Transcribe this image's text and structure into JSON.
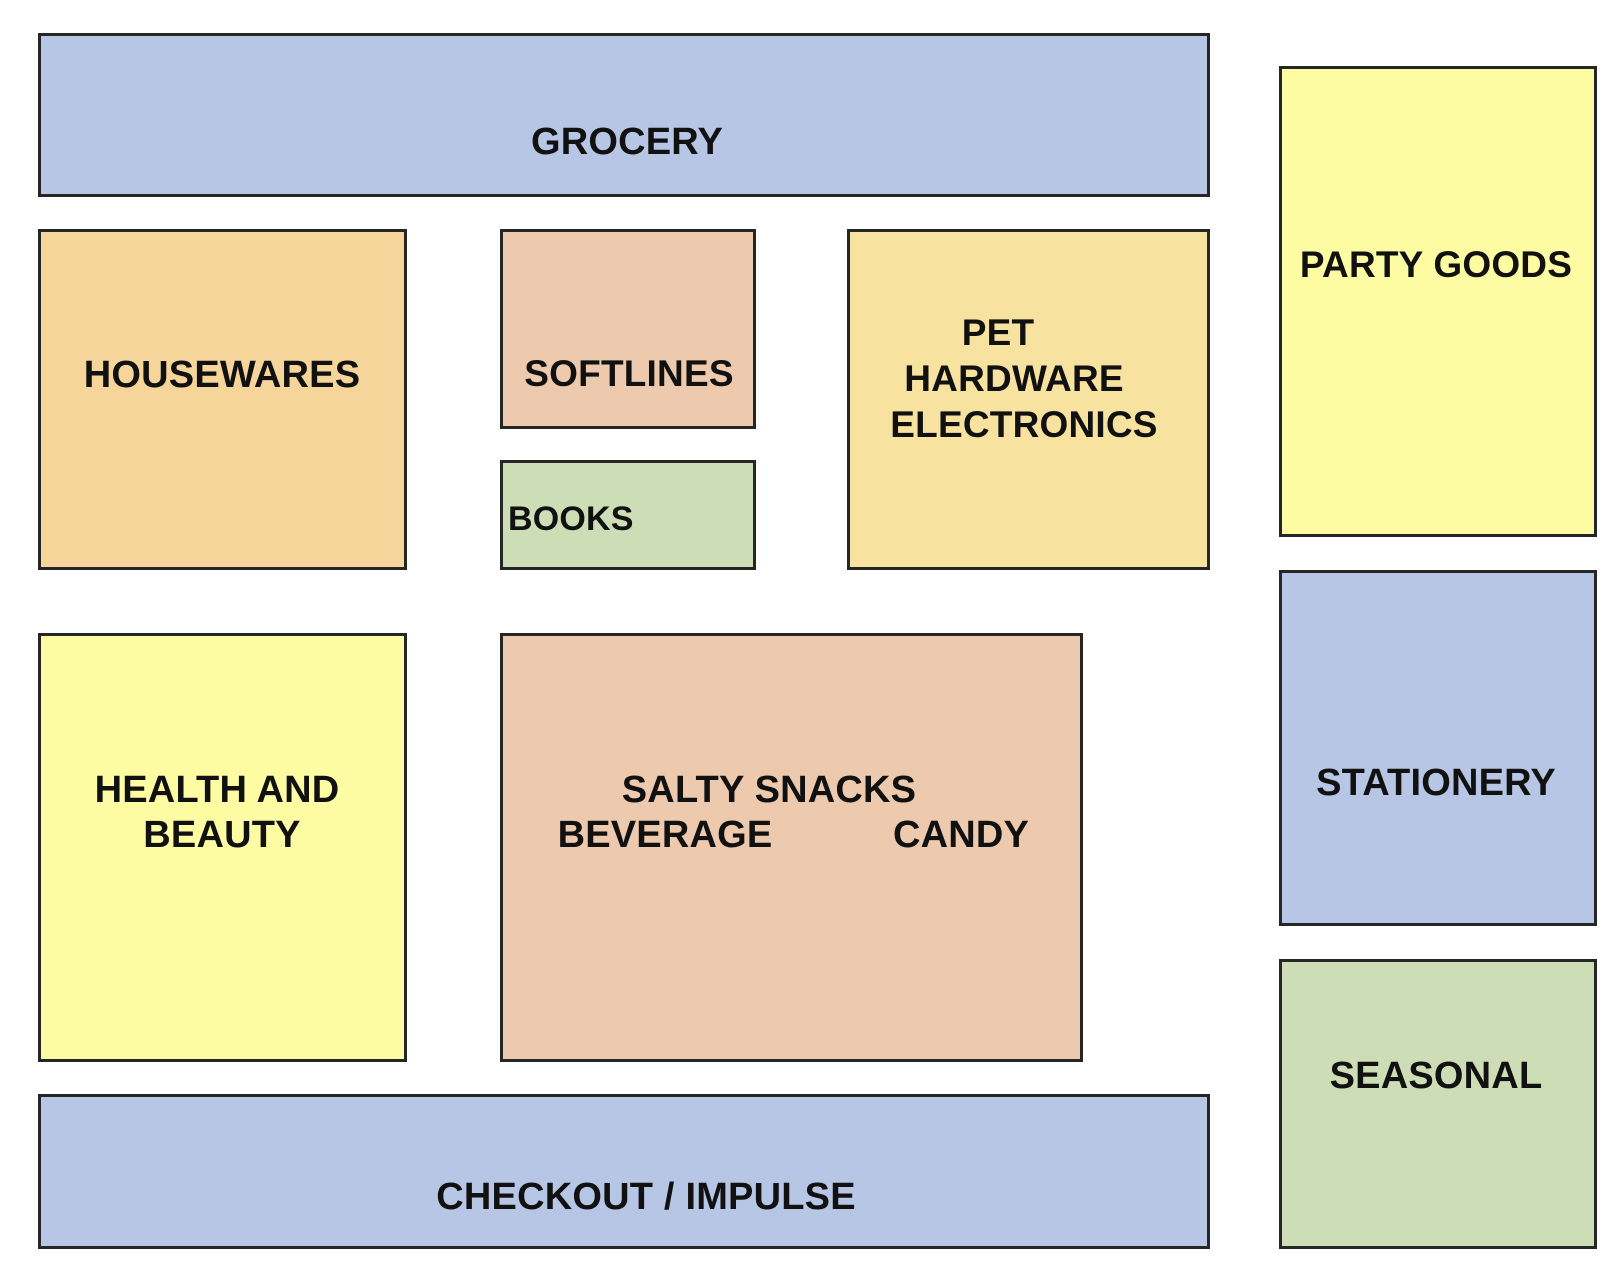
{
  "colors": {
    "blue": "#b7c6e5",
    "orange": "#f5d59a",
    "salmon": "#edc9ad",
    "green": "#cddeb6",
    "yellow": "#fdfca2",
    "tan": "#f7e2a0",
    "border": "#262626",
    "text": "#111111"
  },
  "zones": {
    "grocery": {
      "label": "GROCERY",
      "color": "blue"
    },
    "housewares": {
      "label": "HOUSEWARES",
      "color": "orange"
    },
    "softlines": {
      "label": "SOFTLINES",
      "color": "salmon"
    },
    "books": {
      "label": "BOOKS",
      "color": "green"
    },
    "pet_hardware_electronics": {
      "lines": [
        "PET",
        "HARDWARE",
        "ELECTRONICS"
      ],
      "color": "tan"
    },
    "party_goods": {
      "label": "PARTY GOODS",
      "color": "yellow"
    },
    "health_and_beauty": {
      "lines": [
        "HEALTH AND",
        "BEAUTY"
      ],
      "color": "yellow"
    },
    "snacks_beverage_candy": {
      "salty_snacks": "SALTY SNACKS",
      "beverage": "BEVERAGE",
      "candy": "CANDY",
      "color": "salmon"
    },
    "stationery": {
      "label": "STATIONERY",
      "color": "blue"
    },
    "seasonal": {
      "label": "SEASONAL",
      "color": "green"
    },
    "checkout_impulse": {
      "label": "CHECKOUT / IMPULSE",
      "color": "blue"
    }
  }
}
